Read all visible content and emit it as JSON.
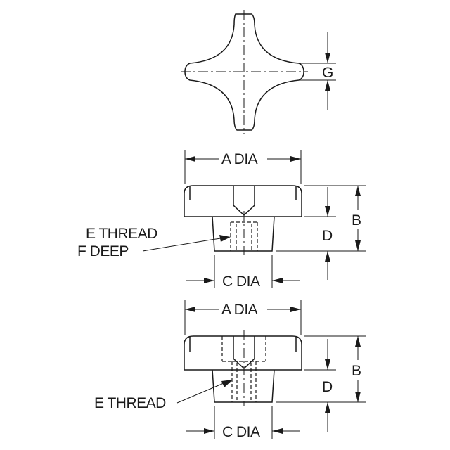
{
  "labels": {
    "g": "G",
    "a_dia": "A DIA",
    "b": "B",
    "c_dia": "C DIA",
    "d": "D",
    "e_thread": "E THREAD",
    "f_deep": "F DEEP"
  },
  "views": [
    {
      "name": "top-view",
      "labels": [
        "G"
      ]
    },
    {
      "name": "side-view-blind-thread",
      "labels": [
        "A DIA",
        "B",
        "C DIA",
        "D",
        "E THREAD",
        "F DEEP"
      ]
    },
    {
      "name": "side-view-through-thread",
      "labels": [
        "A DIA",
        "B",
        "C DIA",
        "D",
        "E THREAD"
      ]
    }
  ],
  "colors": {
    "line": "#1a1a1a",
    "background": "#ffffff"
  }
}
